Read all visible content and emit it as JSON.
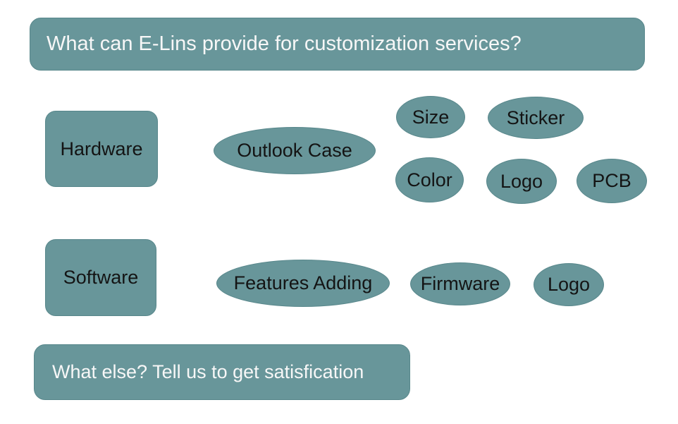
{
  "colors": {
    "background": "#FFFFFF",
    "shape_fill": "#68969A",
    "shape_border": "#58878B",
    "shape_text": "#141414",
    "banner_text": "#F7F7F7"
  },
  "title": {
    "label": "What can E-Lins provide for customization services?"
  },
  "hardware": {
    "category": "Hardware",
    "items": {
      "outlook_case": "Outlook Case",
      "size": "Size",
      "sticker": "Sticker",
      "color": "Color",
      "logo": "Logo",
      "pcb": "PCB"
    }
  },
  "software": {
    "category": "Software",
    "items": {
      "features_adding": "Features Adding",
      "firmware": "Firmware",
      "logo": "Logo"
    }
  },
  "footer": {
    "label": "What else? Tell us to get satisfication"
  }
}
